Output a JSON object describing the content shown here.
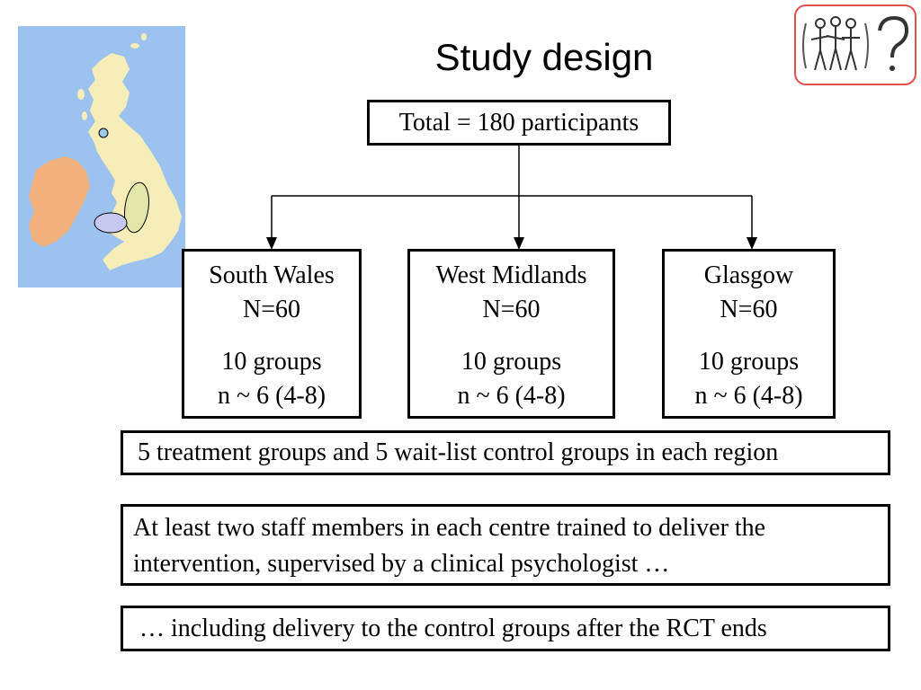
{
  "title": "Study design",
  "total_label": "Total = 180 participants",
  "regions": [
    {
      "name": "South Wales",
      "n": "N=60",
      "groups": "10 groups",
      "size": "n ~ 6 (4-8)"
    },
    {
      "name": "West Midlands",
      "n": "N=60",
      "groups": "10 groups",
      "size": "n ~ 6 (4-8)"
    },
    {
      "name": "Glasgow",
      "n": "N=60",
      "groups": "10 groups",
      "size": "n ~ 6 (4-8)"
    }
  ],
  "notes": [
    "5 treatment groups and 5 wait-list control groups in each region",
    "At least two staff members in each centre trained to deliver the",
    "intervention, supervised by a clinical psychologist …",
    "… including delivery to the control groups after the RCT ends"
  ],
  "colors": {
    "sea": "#9cc3ef",
    "gb_land": "#f7edb8",
    "ireland_land": "#f2b07a",
    "wales_marker": "#c6c8f0",
    "midlands_marker": "#e2e6a8",
    "logo_border": "#e05050"
  },
  "icons": [
    "uk-map-icon",
    "people-question-logo-icon"
  ]
}
